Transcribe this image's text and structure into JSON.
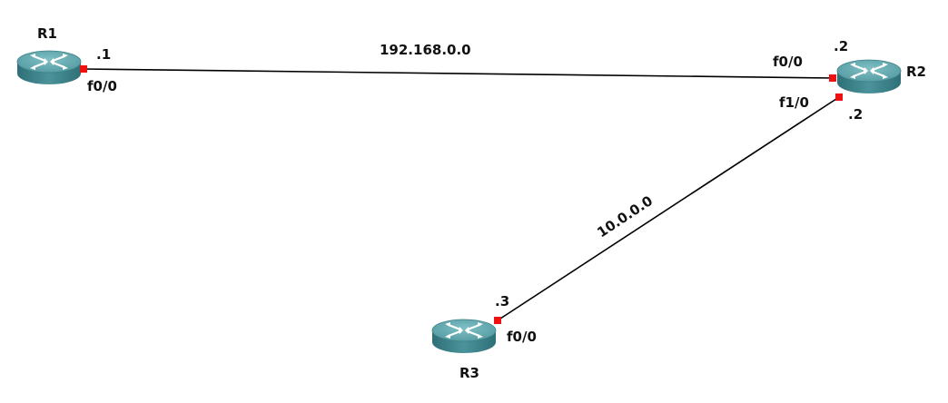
{
  "routers": {
    "r1": {
      "name": "R1"
    },
    "r2": {
      "name": "R2"
    },
    "r3": {
      "name": "R3"
    }
  },
  "links": {
    "r1_r2": {
      "network": "192.168.0.0",
      "r1_interface": "f0/0",
      "r1_host": ".1",
      "r2_interface": "f0/0",
      "r2_host": ".2"
    },
    "r2_r3": {
      "network": "10.0.0.0",
      "r2_interface": "f1/0",
      "r2_host": ".2",
      "r3_interface": "f0/0",
      "r3_host": ".3"
    }
  },
  "colors": {
    "router_top": "#5a9ea4",
    "router_side": "#3c8088",
    "port": "#ee1111",
    "link": "#000000"
  },
  "icons": {
    "router": "router-icon"
  }
}
